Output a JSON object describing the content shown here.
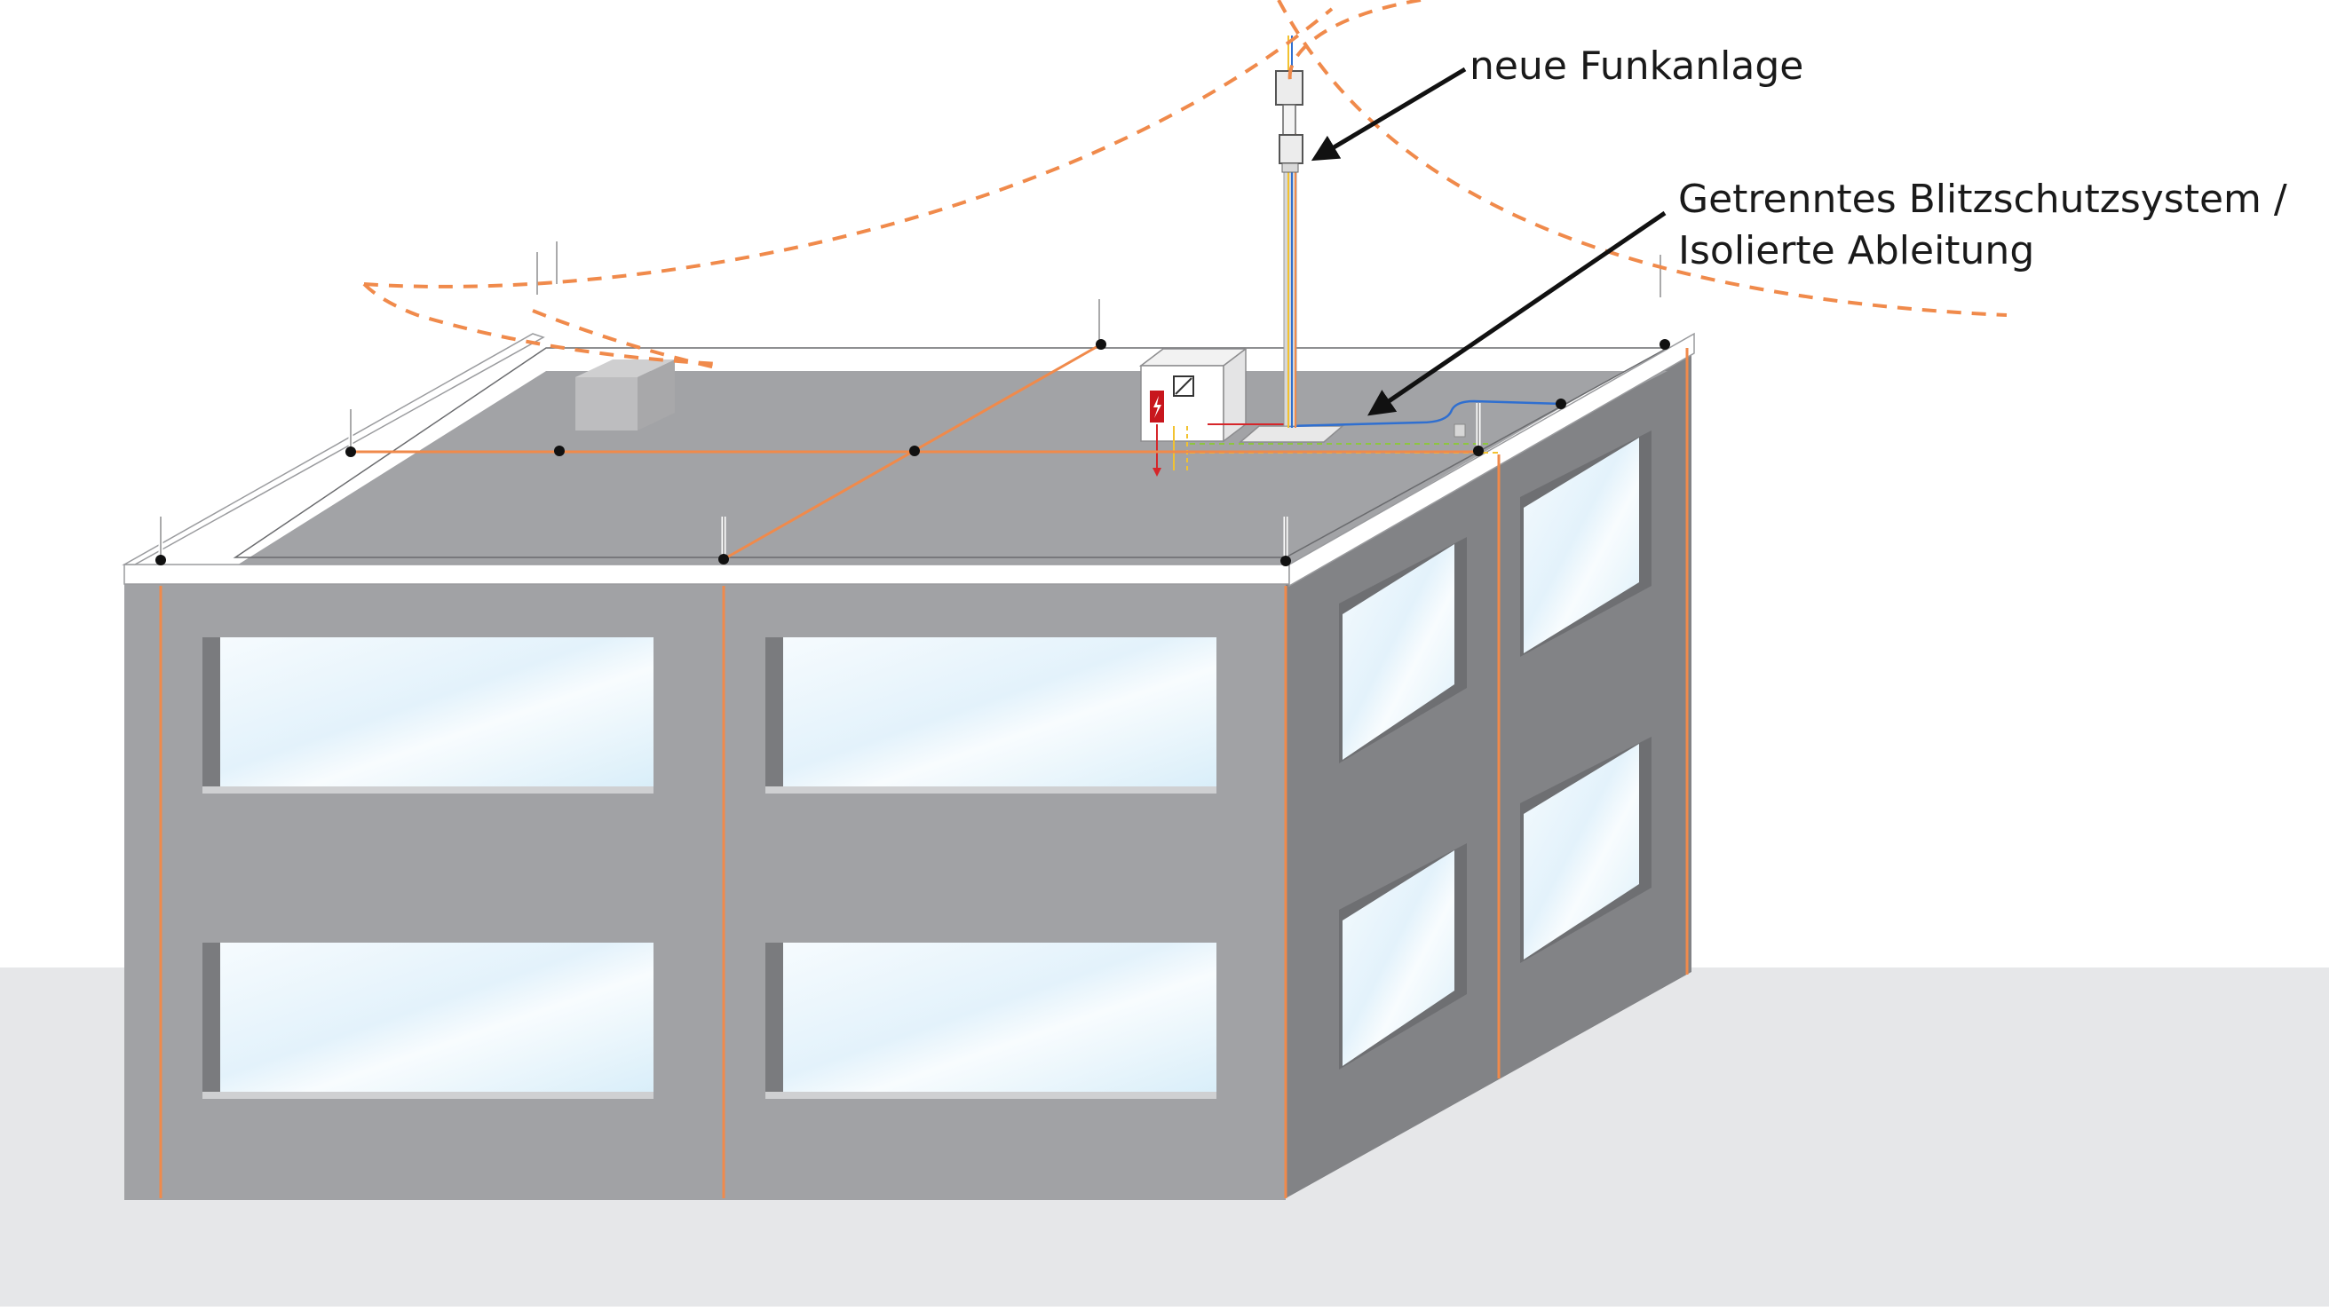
{
  "labels": {
    "radio_system": "neue Funkanlage",
    "lightning_line1": "Getrenntes Blitzschutzsystem /",
    "lightning_line2": "Isolierte Ableitung"
  },
  "colors": {
    "ground": "#e6e7e9",
    "wall_front": "#a1a2a5",
    "wall_side": "#828386",
    "roof": "#a2a3a6",
    "parapet": "#ffffff",
    "conductor": "#f08a4b",
    "protection_zone": "#f08a4b",
    "window_glass": "#e8f4fb",
    "cable_blue": "#2f6fd0",
    "cable_red": "#d6262a",
    "cable_yellow": "#f2c230",
    "node": "#111111"
  }
}
